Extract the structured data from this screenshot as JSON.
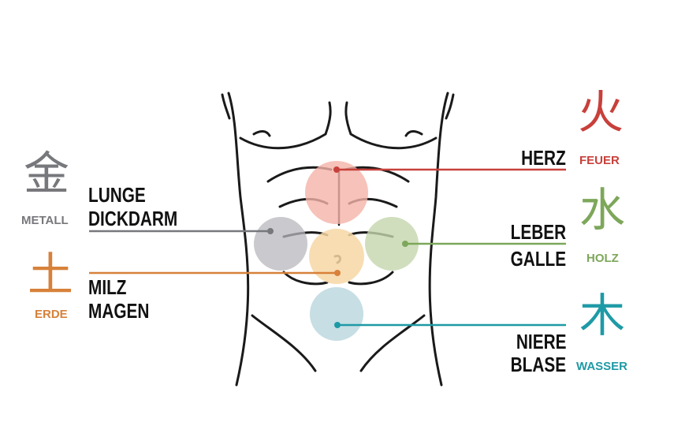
{
  "colors": {
    "fire": "#c8403b",
    "wood": "#7da75a",
    "water": "#1e9aa6",
    "metal": "#77787c",
    "earth": "#d7813a"
  },
  "elements": [
    {
      "key": "fire",
      "name": "FEUER",
      "glyph": "火",
      "organs": [
        "HERZ"
      ]
    },
    {
      "key": "wood",
      "name": "HOLZ",
      "glyph": "水",
      "organs": [
        "LEBER",
        "GALLE"
      ]
    },
    {
      "key": "water",
      "name": "WASSER",
      "glyph": "木",
      "organs": [
        "NIERE",
        "BLASE"
      ]
    },
    {
      "key": "metal",
      "name": "METALL",
      "glyph": "金",
      "organs": [
        "LUNGE",
        "DICKDARM"
      ]
    },
    {
      "key": "earth",
      "name": "ERDE",
      "glyph": "土",
      "organs": [
        "MILZ",
        "MAGEN"
      ]
    }
  ]
}
